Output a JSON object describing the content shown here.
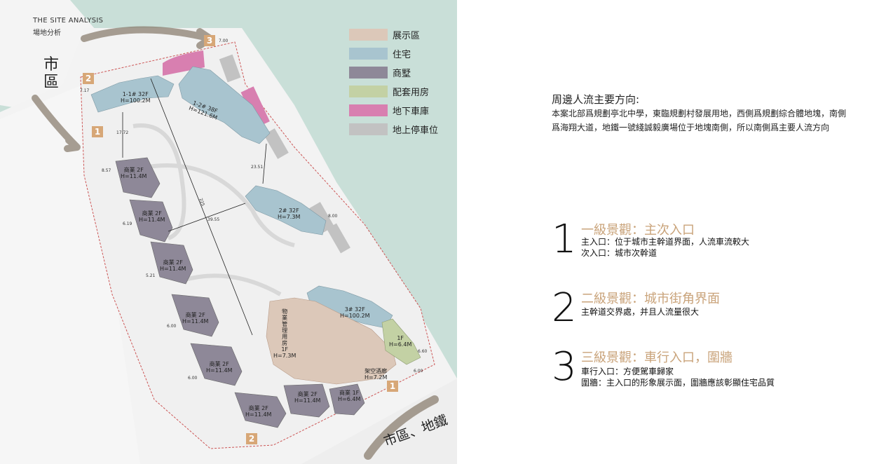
{
  "header": {
    "title": "THE SITE ANALYSIS",
    "subtitle": "場地分析"
  },
  "legend": [
    {
      "label": "展示區",
      "color": "#dcc8b9"
    },
    {
      "label": "住宅",
      "color": "#a8c4cf"
    },
    {
      "label": "商墅",
      "color": "#8e8898"
    },
    {
      "label": "配套用房",
      "color": "#c3d1a4"
    },
    {
      "label": "地下車庫",
      "color": "#d87fb0"
    },
    {
      "label": "地上停車位",
      "color": "#c2c2c2"
    }
  ],
  "map_labels": {
    "city_left": "市\n區",
    "city_metro": "市區、地鐵"
  },
  "markers": [
    "1",
    "2",
    "3",
    "1",
    "2"
  ],
  "buildings": {
    "b1": "1-1# 32F\nH=100.2M",
    "b12": "1-2# 38F\nH=121.6M",
    "b2": "2# 32F\nH=7.3M",
    "b3": "3# 32F\nH=100.2M",
    "s1": "商業 2F\nH=11.4M",
    "s2": "商業 2F\nH=11.4M",
    "s3": "商業 2F\nH=11.4M",
    "s4": "商業 2F\nH=11.4M",
    "s5": "商業 2F\nH=11.4M",
    "s6": "商業 2F\nH=11.4M",
    "s7": "商業 2F\nH=11.4M",
    "s8": "商業 1F\nH=6.4M",
    "property": "物\n業\n管\n理\n用\n房\n1F\nH=7.3M",
    "sales": "架空酒廊\nH=7.2M",
    "support": "1F\nH=6.4M"
  },
  "dims": {
    "d1": "7.00",
    "d2": "7.17",
    "d3": "17.72",
    "d4": "8.57",
    "d5": "23.51",
    "d6": "39.55",
    "d7": "6.19",
    "d8": "5.21",
    "d9": "8.00",
    "d10": "6.60",
    "d11": "6.00",
    "d12": "6.00",
    "d13": "6.00",
    "d14": "225"
  },
  "right": {
    "flow_title": "周邊人流主要方向:",
    "flow_desc": "本案北部爲規劃亭北中學，東臨規劃村發展用地，西側爲規劃綜合體地塊，南側爲海翔大道，地鐵一號綫誠毅廣場位于地塊南側，所以南側爲主要人流方向",
    "levels": [
      {
        "num": "1",
        "title": "一級景觀：主次入口",
        "lines": [
          "主入口：位于城市主幹道界面，人流車流較大",
          "次入口：城市次幹道"
        ]
      },
      {
        "num": "2",
        "title": "二級景觀：城市街角界面",
        "lines": [
          "主幹道交界處，并且人流量很大"
        ]
      },
      {
        "num": "3",
        "title": "三級景觀：車行入口，圍牆",
        "lines": [
          "車行入口：方便駕車歸家",
          "圍牆：主入口的形象展示面，圍牆應該彰顯住宅品質"
        ]
      }
    ]
  }
}
